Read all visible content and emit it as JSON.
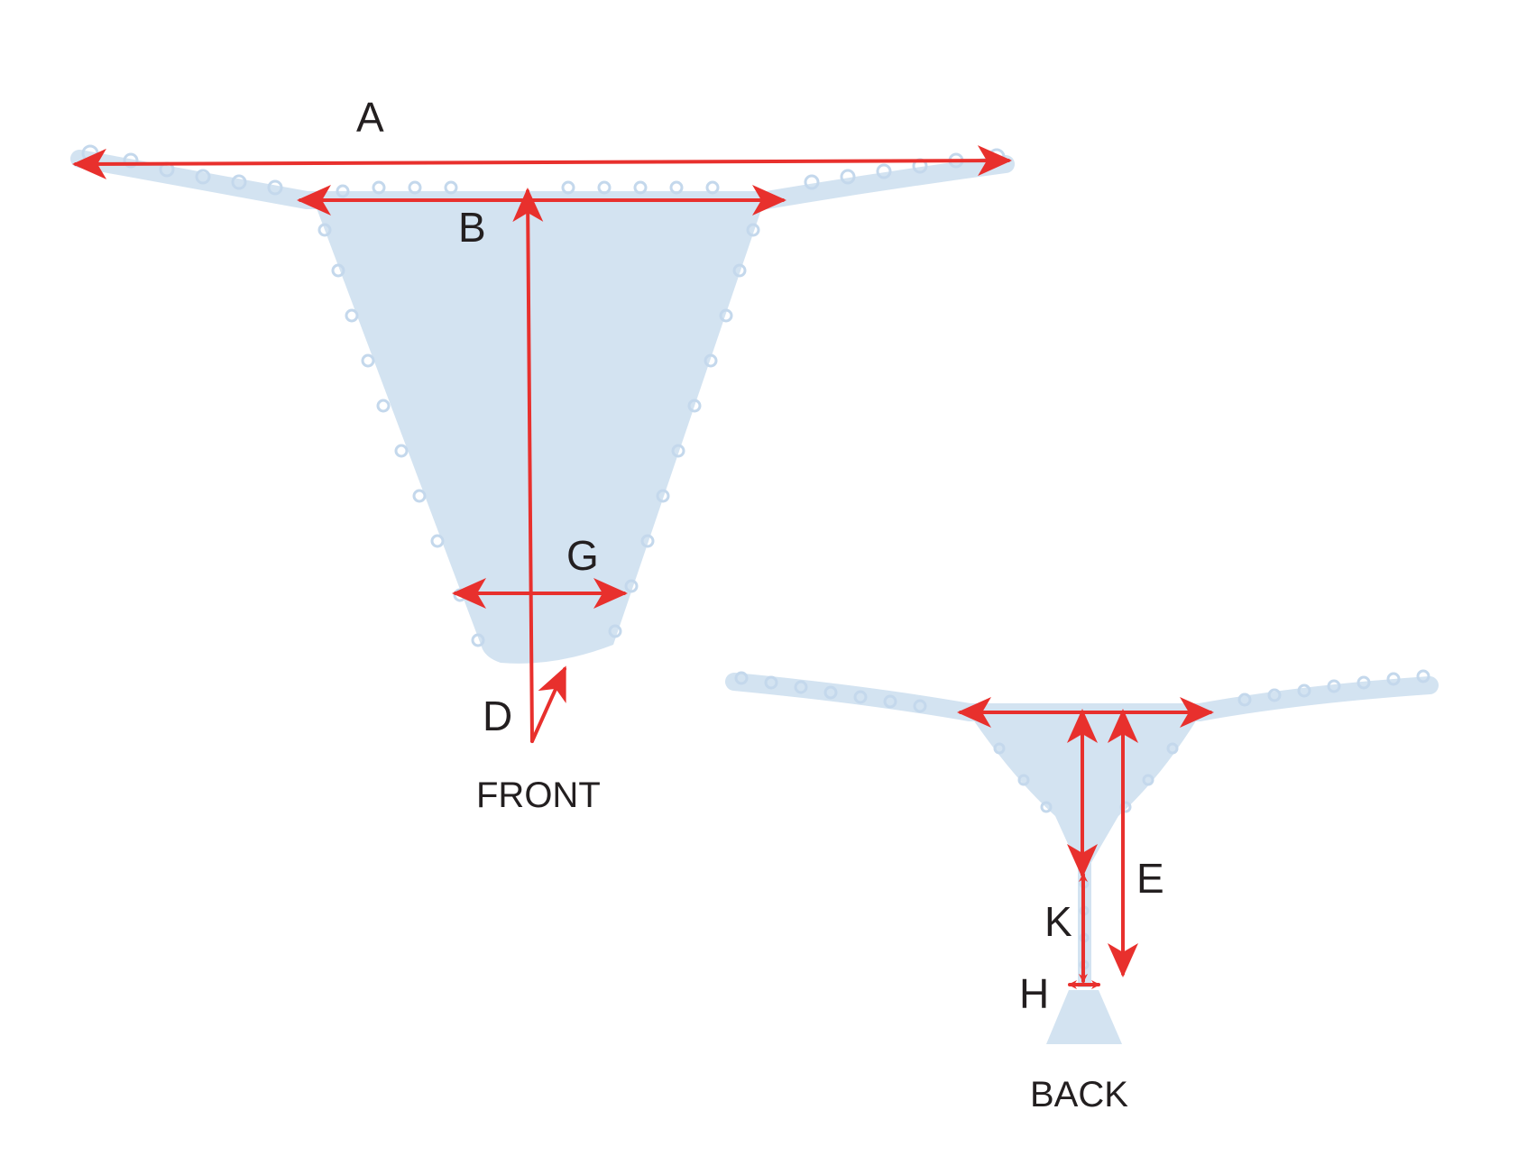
{
  "labels": {
    "a": "A",
    "b": "B",
    "d": "D",
    "g": "G",
    "e": "E",
    "k": "K",
    "h": "H"
  },
  "views": {
    "front": "FRONT",
    "back": "BACK"
  },
  "colors": {
    "fabric": "#d3e3f1",
    "lace_trim": "#c4d8ec",
    "measurement_arrow": "#e8302d",
    "text": "#231f20"
  }
}
